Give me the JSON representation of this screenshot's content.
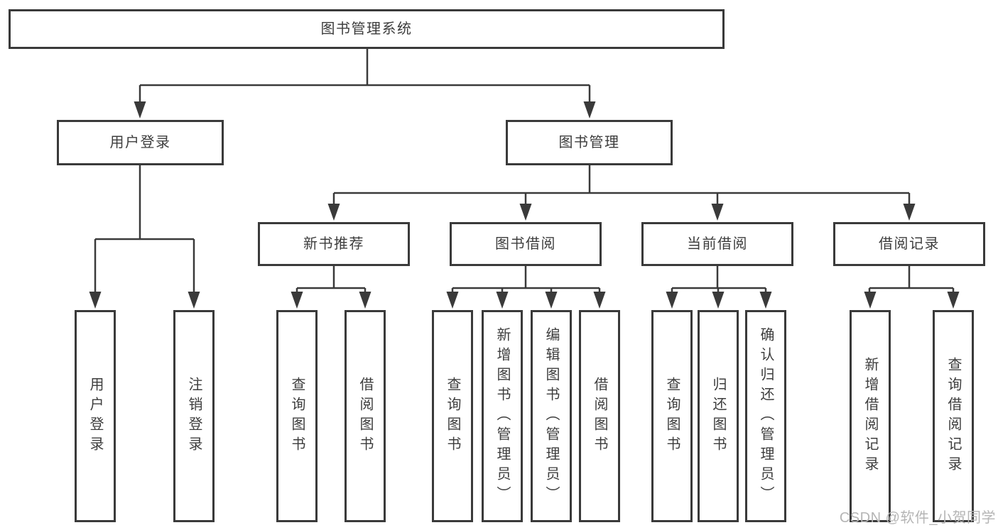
{
  "colors": {
    "line": "#3a3a3a",
    "border": "#3a3a3a",
    "text": "#3d3d3d",
    "bg": "#ffffff",
    "watermark": "#b5b5b5"
  },
  "watermark": {
    "text": "CSDN @软件_小贺同学"
  },
  "tree": {
    "label": "图书管理系统",
    "children": [
      {
        "label": "用户登录",
        "children": [
          {
            "label": "用户登录"
          },
          {
            "label": "注销登录"
          }
        ]
      },
      {
        "label": "图书管理",
        "children": [
          {
            "label": "新书推荐",
            "children": [
              {
                "label": "查询图书"
              },
              {
                "label": "借阅图书"
              }
            ]
          },
          {
            "label": "图书借阅",
            "children": [
              {
                "label": "查询图书"
              },
              {
                "label": "新增图书（管理员）"
              },
              {
                "label": "编辑图书（管理员）"
              },
              {
                "label": "借阅图书"
              }
            ]
          },
          {
            "label": "当前借阅",
            "children": [
              {
                "label": "查询图书"
              },
              {
                "label": "归还图书"
              },
              {
                "label": "确认归还（管理员）"
              }
            ]
          },
          {
            "label": "借阅记录",
            "children": [
              {
                "label": "新增借阅记录"
              },
              {
                "label": "查询借阅记录"
              }
            ]
          }
        ]
      }
    ]
  }
}
